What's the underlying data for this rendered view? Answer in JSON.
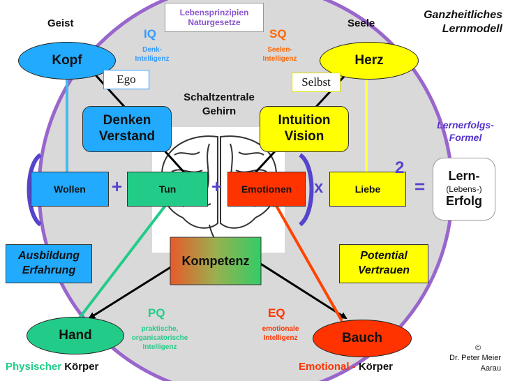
{
  "top_box": {
    "line1": "Lebensprinzipien",
    "line2": "Naturgesetze"
  },
  "title": {
    "line1": "Ganzheitliches",
    "line2": "Lernmodell"
  },
  "corner_labels": {
    "geist": "Geist",
    "seele": "Seele"
  },
  "nodes": {
    "kopf": "Kopf",
    "herz": "Herz",
    "hand": "Hand",
    "bauch": "Bauch"
  },
  "iq": {
    "label": "IQ",
    "line1": "Denk-",
    "line2": "Intelligenz"
  },
  "sq": {
    "label": "SQ",
    "line1": "Seelen-",
    "line2": "Intelligenz"
  },
  "pq": {
    "label": "PQ",
    "line1": "praktische,",
    "line2": "organisatorische",
    "line3": "Intelligenz"
  },
  "eq": {
    "label": "EQ",
    "line1": "emotionale",
    "line2": "Intelligenz"
  },
  "ego": "Ego",
  "selbst": "Selbst",
  "schaltzentrale": {
    "line1": "Schaltzentrale",
    "line2": "Gehirn"
  },
  "denken": {
    "line1": "Denken",
    "line2": "Verstand"
  },
  "intuition": {
    "line1": "Intuition",
    "line2": "Vision"
  },
  "formula": {
    "wollen": "Wollen",
    "plus1": "+",
    "tun": "Tun",
    "plus2": "+",
    "emotionen": "Emotionen",
    "times": "x",
    "liebe": "Liebe",
    "exponent": "2",
    "equals": "="
  },
  "lernerfolgs": {
    "line1": "Lernerfolgs-",
    "line2": "Formel"
  },
  "result": {
    "line1": "Lern-",
    "line2": "(Lebens-)",
    "line3": "Erfolg"
  },
  "ausbildung": {
    "line1": "Ausbildung",
    "line2": "Erfahrung"
  },
  "potential": {
    "line1": "Potential",
    "line2": "Vertrauen"
  },
  "kompetenz": "Kompetenz",
  "bottom": {
    "physischer": "Physischer",
    "koerper1": " Körper",
    "emotional": "Emotional - ",
    "koerper2": "Körper"
  },
  "copyright": {
    "symbol": "©",
    "line1": "Dr. Peter Meier",
    "line2": "Aarau"
  },
  "colors": {
    "circle": "#9966cc",
    "blue_accent": "#3399ff",
    "orange_accent": "#ff6600",
    "green_accent": "#33cc66",
    "red_accent": "#ff3300",
    "yellow": "#ffff00",
    "purple_text": "#5533cc"
  }
}
